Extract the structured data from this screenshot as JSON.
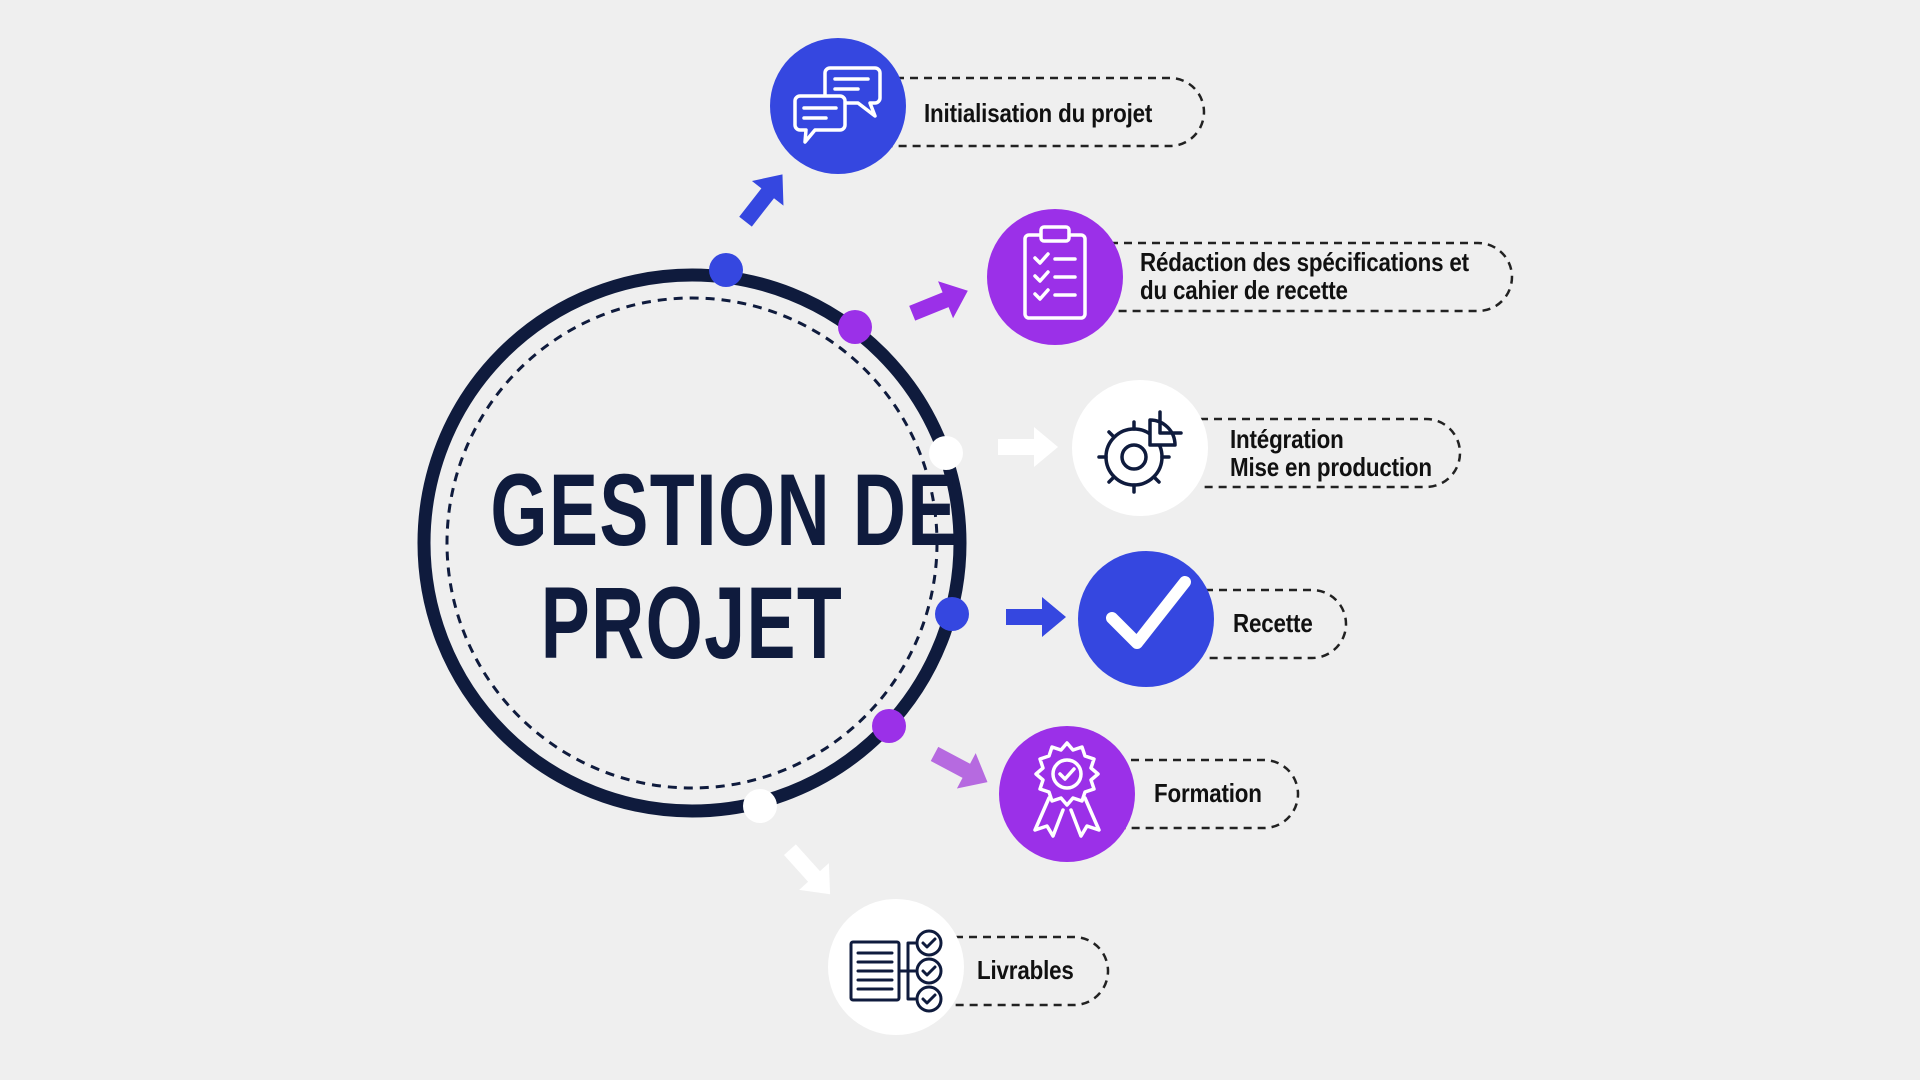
{
  "title": {
    "line1": "GESTION DE",
    "line2": "PROJET"
  },
  "colors": {
    "background": "#efefef",
    "navy": "#0f1b3d",
    "blue": "#3547e0",
    "purple": "#9b30e8",
    "lavender": "#b66ae0",
    "white": "#ffffff"
  },
  "steps": [
    {
      "id": "initialisation",
      "lines": [
        "Initialisation du projet"
      ],
      "icon": "chat-bubbles-icon",
      "color": "blue"
    },
    {
      "id": "redaction",
      "lines": [
        "Rédaction des spécifications et",
        "du cahier de recette"
      ],
      "icon": "clipboard-checklist-icon",
      "color": "purple"
    },
    {
      "id": "integration",
      "lines": [
        "Intégration",
        "Mise en production"
      ],
      "icon": "gear-chart-icon",
      "color": "white"
    },
    {
      "id": "recette",
      "lines": [
        "Recette"
      ],
      "icon": "checkmark-icon",
      "color": "blue"
    },
    {
      "id": "formation",
      "lines": [
        "Formation"
      ],
      "icon": "award-ribbon-icon",
      "color": "purple"
    },
    {
      "id": "livrables",
      "lines": [
        "Livrables"
      ],
      "icon": "document-checks-icon",
      "color": "white"
    }
  ]
}
